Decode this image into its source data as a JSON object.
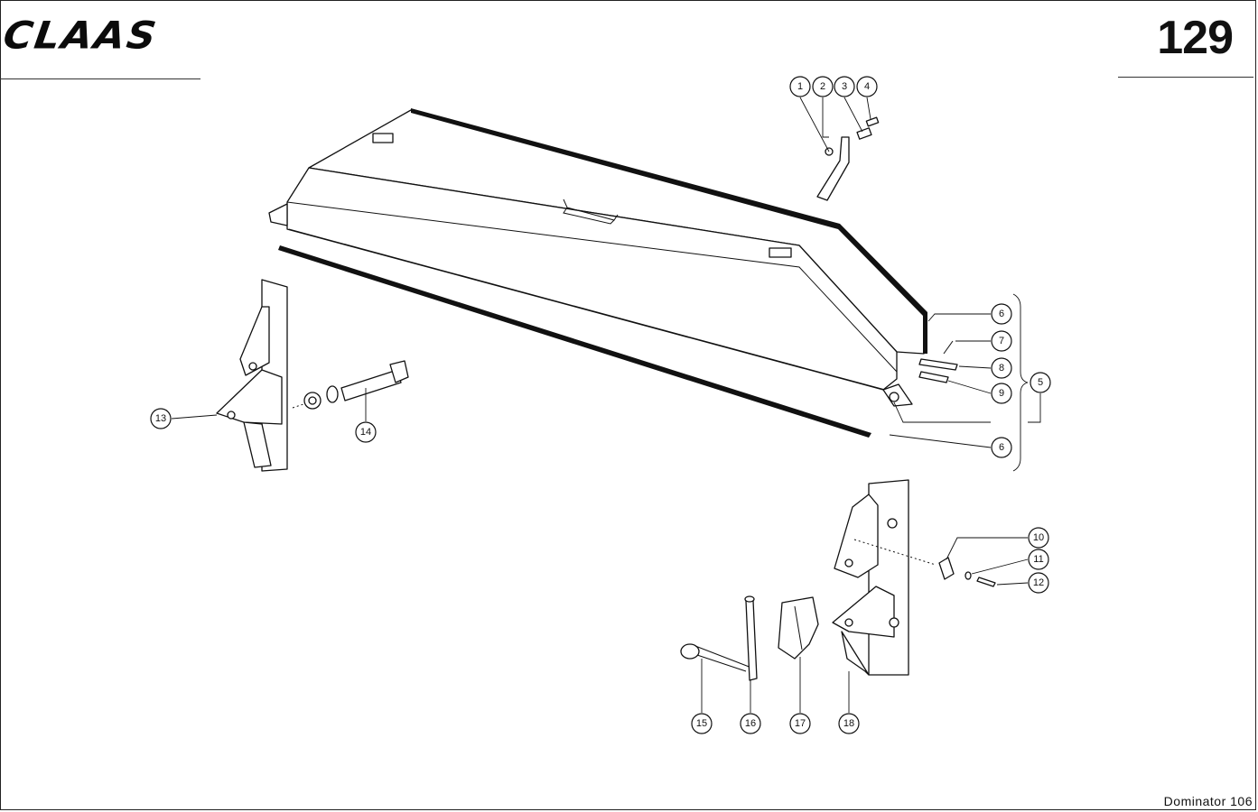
{
  "header": {
    "brand": "CLAAS",
    "page_number": "129"
  },
  "footer": {
    "model": "Dominator 106"
  },
  "callouts": {
    "c1": "1",
    "c2": "2",
    "c3": "3",
    "c4": "4",
    "c5": "5",
    "c6a": "6",
    "c6b": "6",
    "c7": "7",
    "c8": "8",
    "c9": "9",
    "c10": "10",
    "c11": "11",
    "c12": "12",
    "c13": "13",
    "c14": "14",
    "c15": "15",
    "c16": "16",
    "c17": "17",
    "c18": "18"
  }
}
